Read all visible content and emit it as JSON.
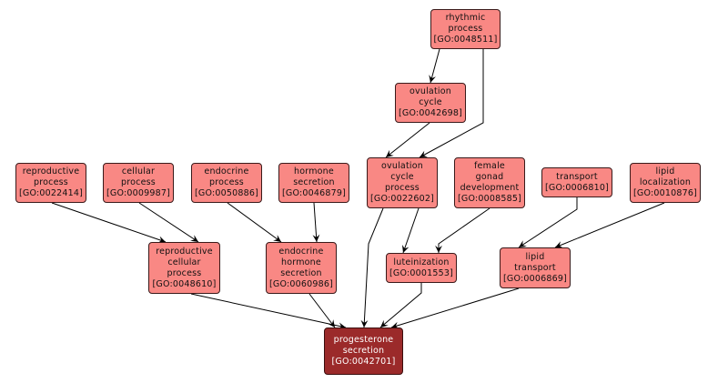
{
  "nodes": {
    "rhythmic": {
      "lines": [
        "rhythmic",
        "process"
      ],
      "id": "[GO:0048511]"
    },
    "ovcycle": {
      "lines": [
        "ovulation",
        "cycle"
      ],
      "id": "[GO:0042698]"
    },
    "repro": {
      "lines": [
        "reproductive",
        "process"
      ],
      "id": "[GO:0022414]"
    },
    "cellular": {
      "lines": [
        "cellular",
        "process"
      ],
      "id": "[GO:0009987]"
    },
    "endocrine": {
      "lines": [
        "endocrine",
        "process"
      ],
      "id": "[GO:0050886]"
    },
    "hormone": {
      "lines": [
        "hormone",
        "secretion"
      ],
      "id": "[GO:0046879]"
    },
    "ocp": {
      "lines": [
        "ovulation",
        "cycle",
        "process"
      ],
      "id": "[GO:0022602]"
    },
    "female": {
      "lines": [
        "female",
        "gonad",
        "development"
      ],
      "id": "[GO:0008585]"
    },
    "transport": {
      "lines": [
        "transport"
      ],
      "id": "[GO:0006810]"
    },
    "lipidloc": {
      "lines": [
        "lipid",
        "localization"
      ],
      "id": "[GO:0010876]"
    },
    "rcp": {
      "lines": [
        "reproductive",
        "cellular",
        "process"
      ],
      "id": "[GO:0048610]"
    },
    "ehs": {
      "lines": [
        "endocrine",
        "hormone",
        "secretion"
      ],
      "id": "[GO:0060986]"
    },
    "lut": {
      "lines": [
        "luteinization"
      ],
      "id": "[GO:0001553]"
    },
    "liptr": {
      "lines": [
        "lipid",
        "transport"
      ],
      "id": "[GO:0006869]"
    },
    "prog": {
      "lines": [
        "progesterone",
        "secretion"
      ],
      "id": "[GO:0042701]"
    }
  },
  "colors": {
    "node": "#f98884",
    "focus_node": "#9b2a2a",
    "edge": "#000000"
  }
}
